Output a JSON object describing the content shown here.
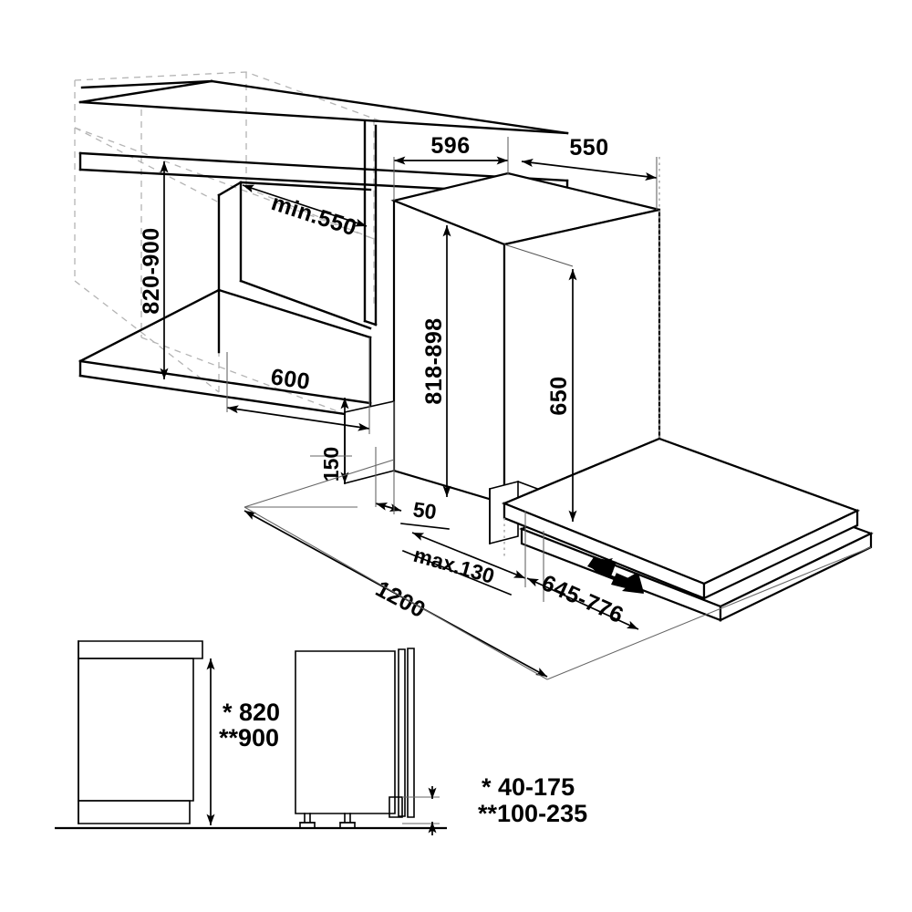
{
  "drawing": {
    "title": "Built-in dishwasher installation dimension drawing",
    "units": "mm",
    "stroke_color": "#000000",
    "ghost_color": "#b4b4b4",
    "background": "#ffffff"
  },
  "dimensions": {
    "cabinet_height_range": "820-900",
    "niche_depth_min": "min.550",
    "cabinet_depth": "600",
    "appliance_width": "596",
    "appliance_depth": "550",
    "appliance_height_range": "818-898",
    "door_height": "650",
    "plinth_height": "150",
    "plinth_setback": "50",
    "door_gap_max": "max.130",
    "swing_clearance": "1200",
    "door_open_depth": "645-776"
  },
  "elevation": {
    "height_single_star": "* 820",
    "height_double_star": "**900"
  },
  "footnotes": {
    "single_star": "*",
    "single_star_value": "40-175",
    "double_star": "**",
    "double_star_value": "100-235",
    "line_one": "*   40-175",
    "line_two": "**100-235"
  },
  "annotations": {
    "door_swing_arrow": "double-headed-arrow",
    "ground_line": "floor-reference-line"
  }
}
